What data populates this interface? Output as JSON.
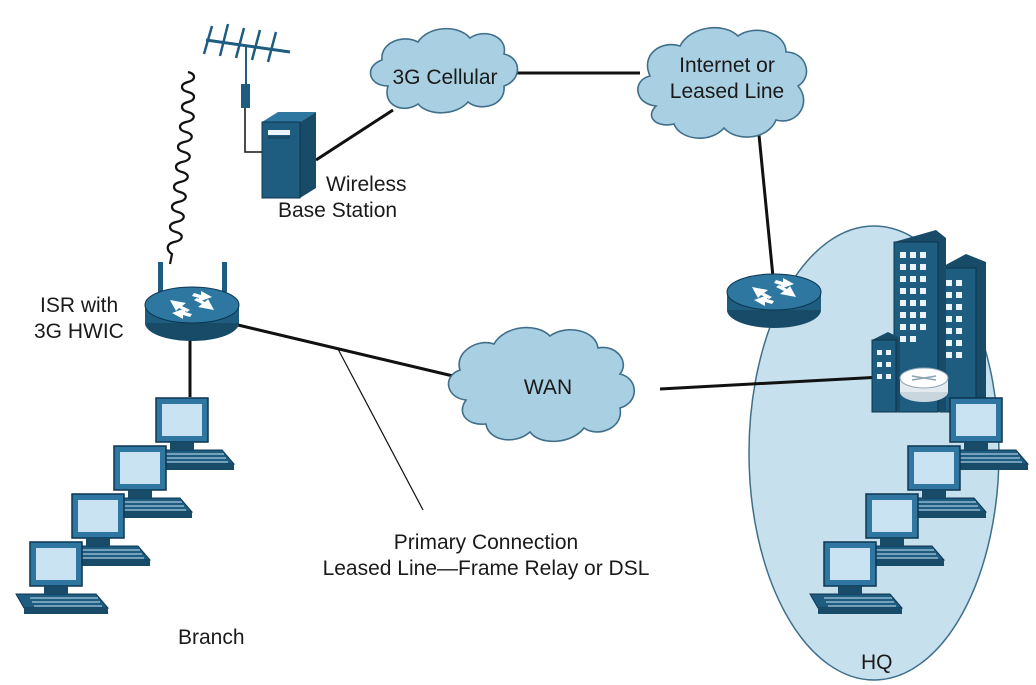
{
  "clouds": {
    "cellular": "3G Cellular",
    "internet_line1": "Internet or",
    "internet_line2": "Leased Line",
    "wan": "WAN"
  },
  "labels": {
    "wireless_line1": "Wireless",
    "wireless_line2": "Base Station",
    "isr_line1": "ISR with",
    "isr_line2": "3G HWIC",
    "primary_line1": "Primary Connection",
    "primary_line2": "Leased Line—Frame Relay or DSL",
    "branch": "Branch",
    "hq": "HQ"
  },
  "icons": [
    "antenna-icon",
    "base-station-icon",
    "router-icon",
    "pc-icon",
    "building-icon"
  ],
  "colors": {
    "cloud_fill": "#a9cfe2",
    "device_blue": "#1e5d80",
    "hq_oval": "#c7e0ee"
  }
}
